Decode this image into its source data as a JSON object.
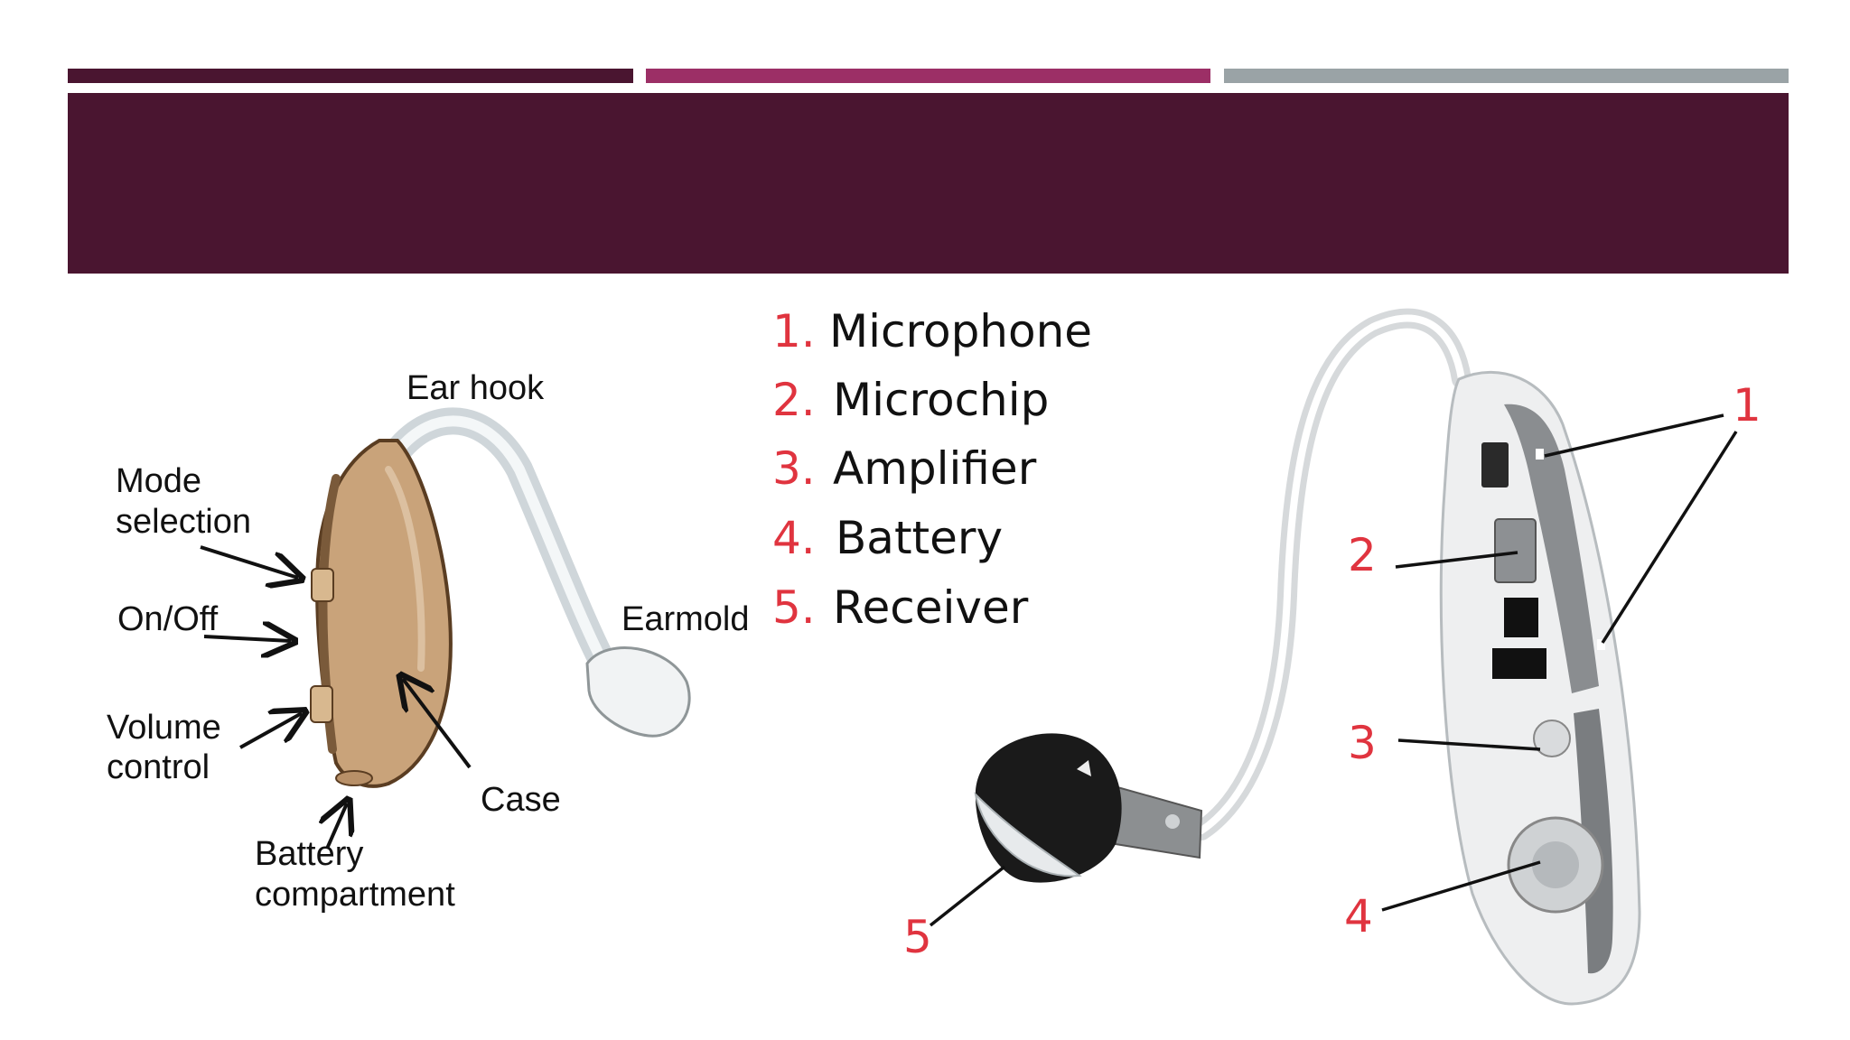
{
  "colors": {
    "bar_1": "#4a1530",
    "bar_2": "#9c2f66",
    "bar_3": "#9aa3a6",
    "title_band": "#4a1530",
    "number_red": "#e0343f",
    "case_tan": "#c9a37a"
  },
  "left_diagram": {
    "labels": {
      "ear_hook": "Ear hook",
      "mode_line1": "Mode",
      "mode_line2": "selection",
      "onoff": "On/Off",
      "volume_line1": "Volume",
      "volume_line2": "control",
      "case": "Case",
      "battery_line1": "Battery",
      "battery_line2": "compartment",
      "earmold": "Earmold"
    }
  },
  "parts_list": [
    {
      "num": "1.",
      "label": "Microphone"
    },
    {
      "num": "2.",
      "label": "Microchip"
    },
    {
      "num": "3.",
      "label": "Amplifier"
    },
    {
      "num": "4.",
      "label": "Battery"
    },
    {
      "num": "5.",
      "label": "Receiver"
    }
  ],
  "right_diagram": {
    "callouts": [
      "1",
      "2",
      "3",
      "4",
      "5"
    ]
  }
}
